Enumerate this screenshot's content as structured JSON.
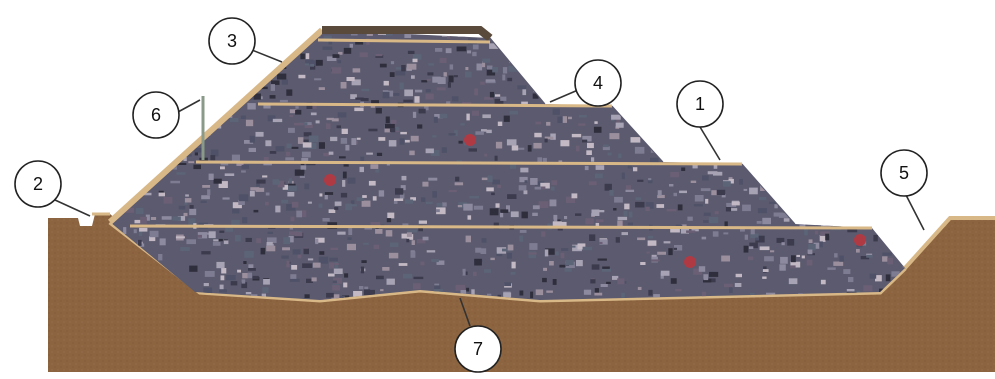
{
  "callouts": [
    {
      "id": "1",
      "label": "1"
    },
    {
      "id": "2",
      "label": "2"
    },
    {
      "id": "3",
      "label": "3"
    },
    {
      "id": "4",
      "label": "4"
    },
    {
      "id": "5",
      "label": "5"
    },
    {
      "id": "6",
      "label": "6"
    },
    {
      "id": "7",
      "label": "7"
    }
  ],
  "colors": {
    "soil": "#8c6440",
    "soil_dark": "#7a5535",
    "liner": "#d9b887",
    "cap": "#5a4a3c",
    "waste_base": "#5b5a6e",
    "callout_stroke": "#222222"
  }
}
